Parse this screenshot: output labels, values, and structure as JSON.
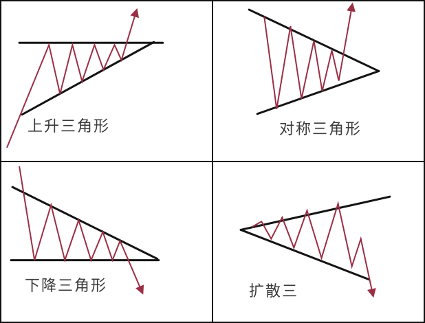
{
  "colors": {
    "price_line": "#9a2f45",
    "trend_line": "#141414",
    "grid_border": "#111111",
    "label_text": "#3c3c3c",
    "canvas_bg": "#ffffff"
  },
  "panels": [
    {
      "id": "ascending-triangle",
      "label": "上升三角形"
    },
    {
      "id": "symmetrical-triangle",
      "label": "对称三角形"
    },
    {
      "id": "descending-triangle",
      "label": "下降三角形"
    },
    {
      "id": "broadening-triangle",
      "label": "扩散三"
    }
  ]
}
